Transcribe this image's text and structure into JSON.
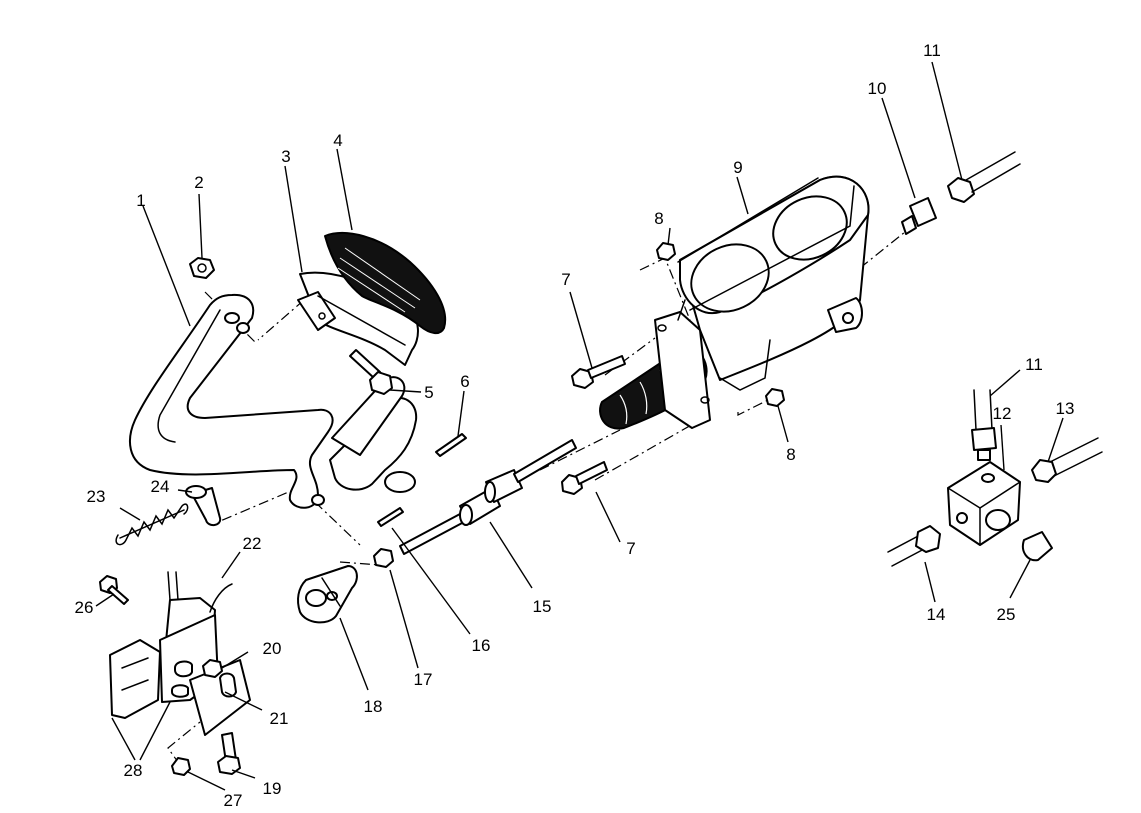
{
  "callouts": {
    "c1": "1",
    "c2": "2",
    "c3": "3",
    "c4": "4",
    "c5": "5",
    "c6": "6",
    "c7a": "7",
    "c7b": "7",
    "c8a": "8",
    "c8b": "8",
    "c9": "9",
    "c10": "10",
    "c11a": "11",
    "c11b": "11",
    "c12": "12",
    "c13": "13",
    "c14": "14",
    "c15": "15",
    "c16": "16",
    "c17": "17",
    "c18": "18",
    "c19": "19",
    "c20": "20",
    "c21": "21",
    "c22": "22",
    "c23": "23",
    "c24": "24",
    "c25": "25",
    "c26": "26",
    "c27": "27",
    "c28": "28"
  },
  "colors": {
    "ink": "#000000",
    "paper": "#ffffff",
    "rubber": "#111111"
  }
}
